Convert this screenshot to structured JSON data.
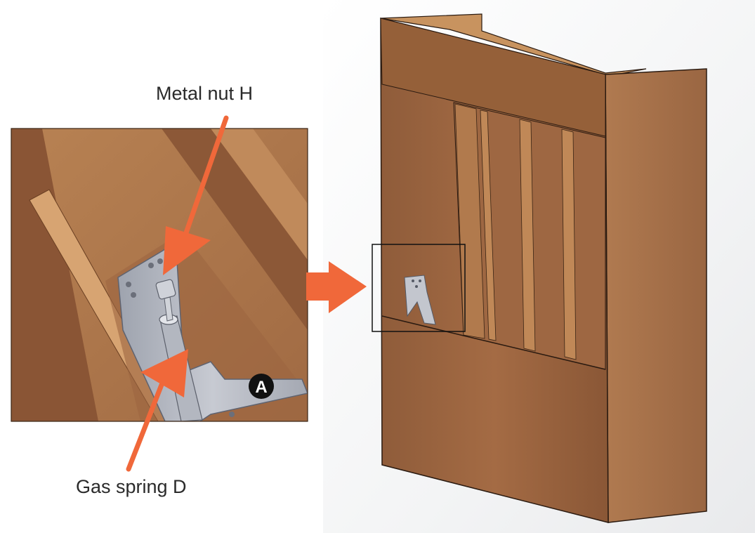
{
  "labels": {
    "metal_nut": "Metal nut H",
    "gas_spring": "Gas spring D",
    "badge": "A"
  },
  "colors": {
    "arrow": "#f0683a",
    "wood_light": "#b98052",
    "wood_mid": "#9c6540",
    "wood_dark": "#7a4a2c",
    "metal": "#b5b9c4",
    "outline": "#2a1a10"
  }
}
